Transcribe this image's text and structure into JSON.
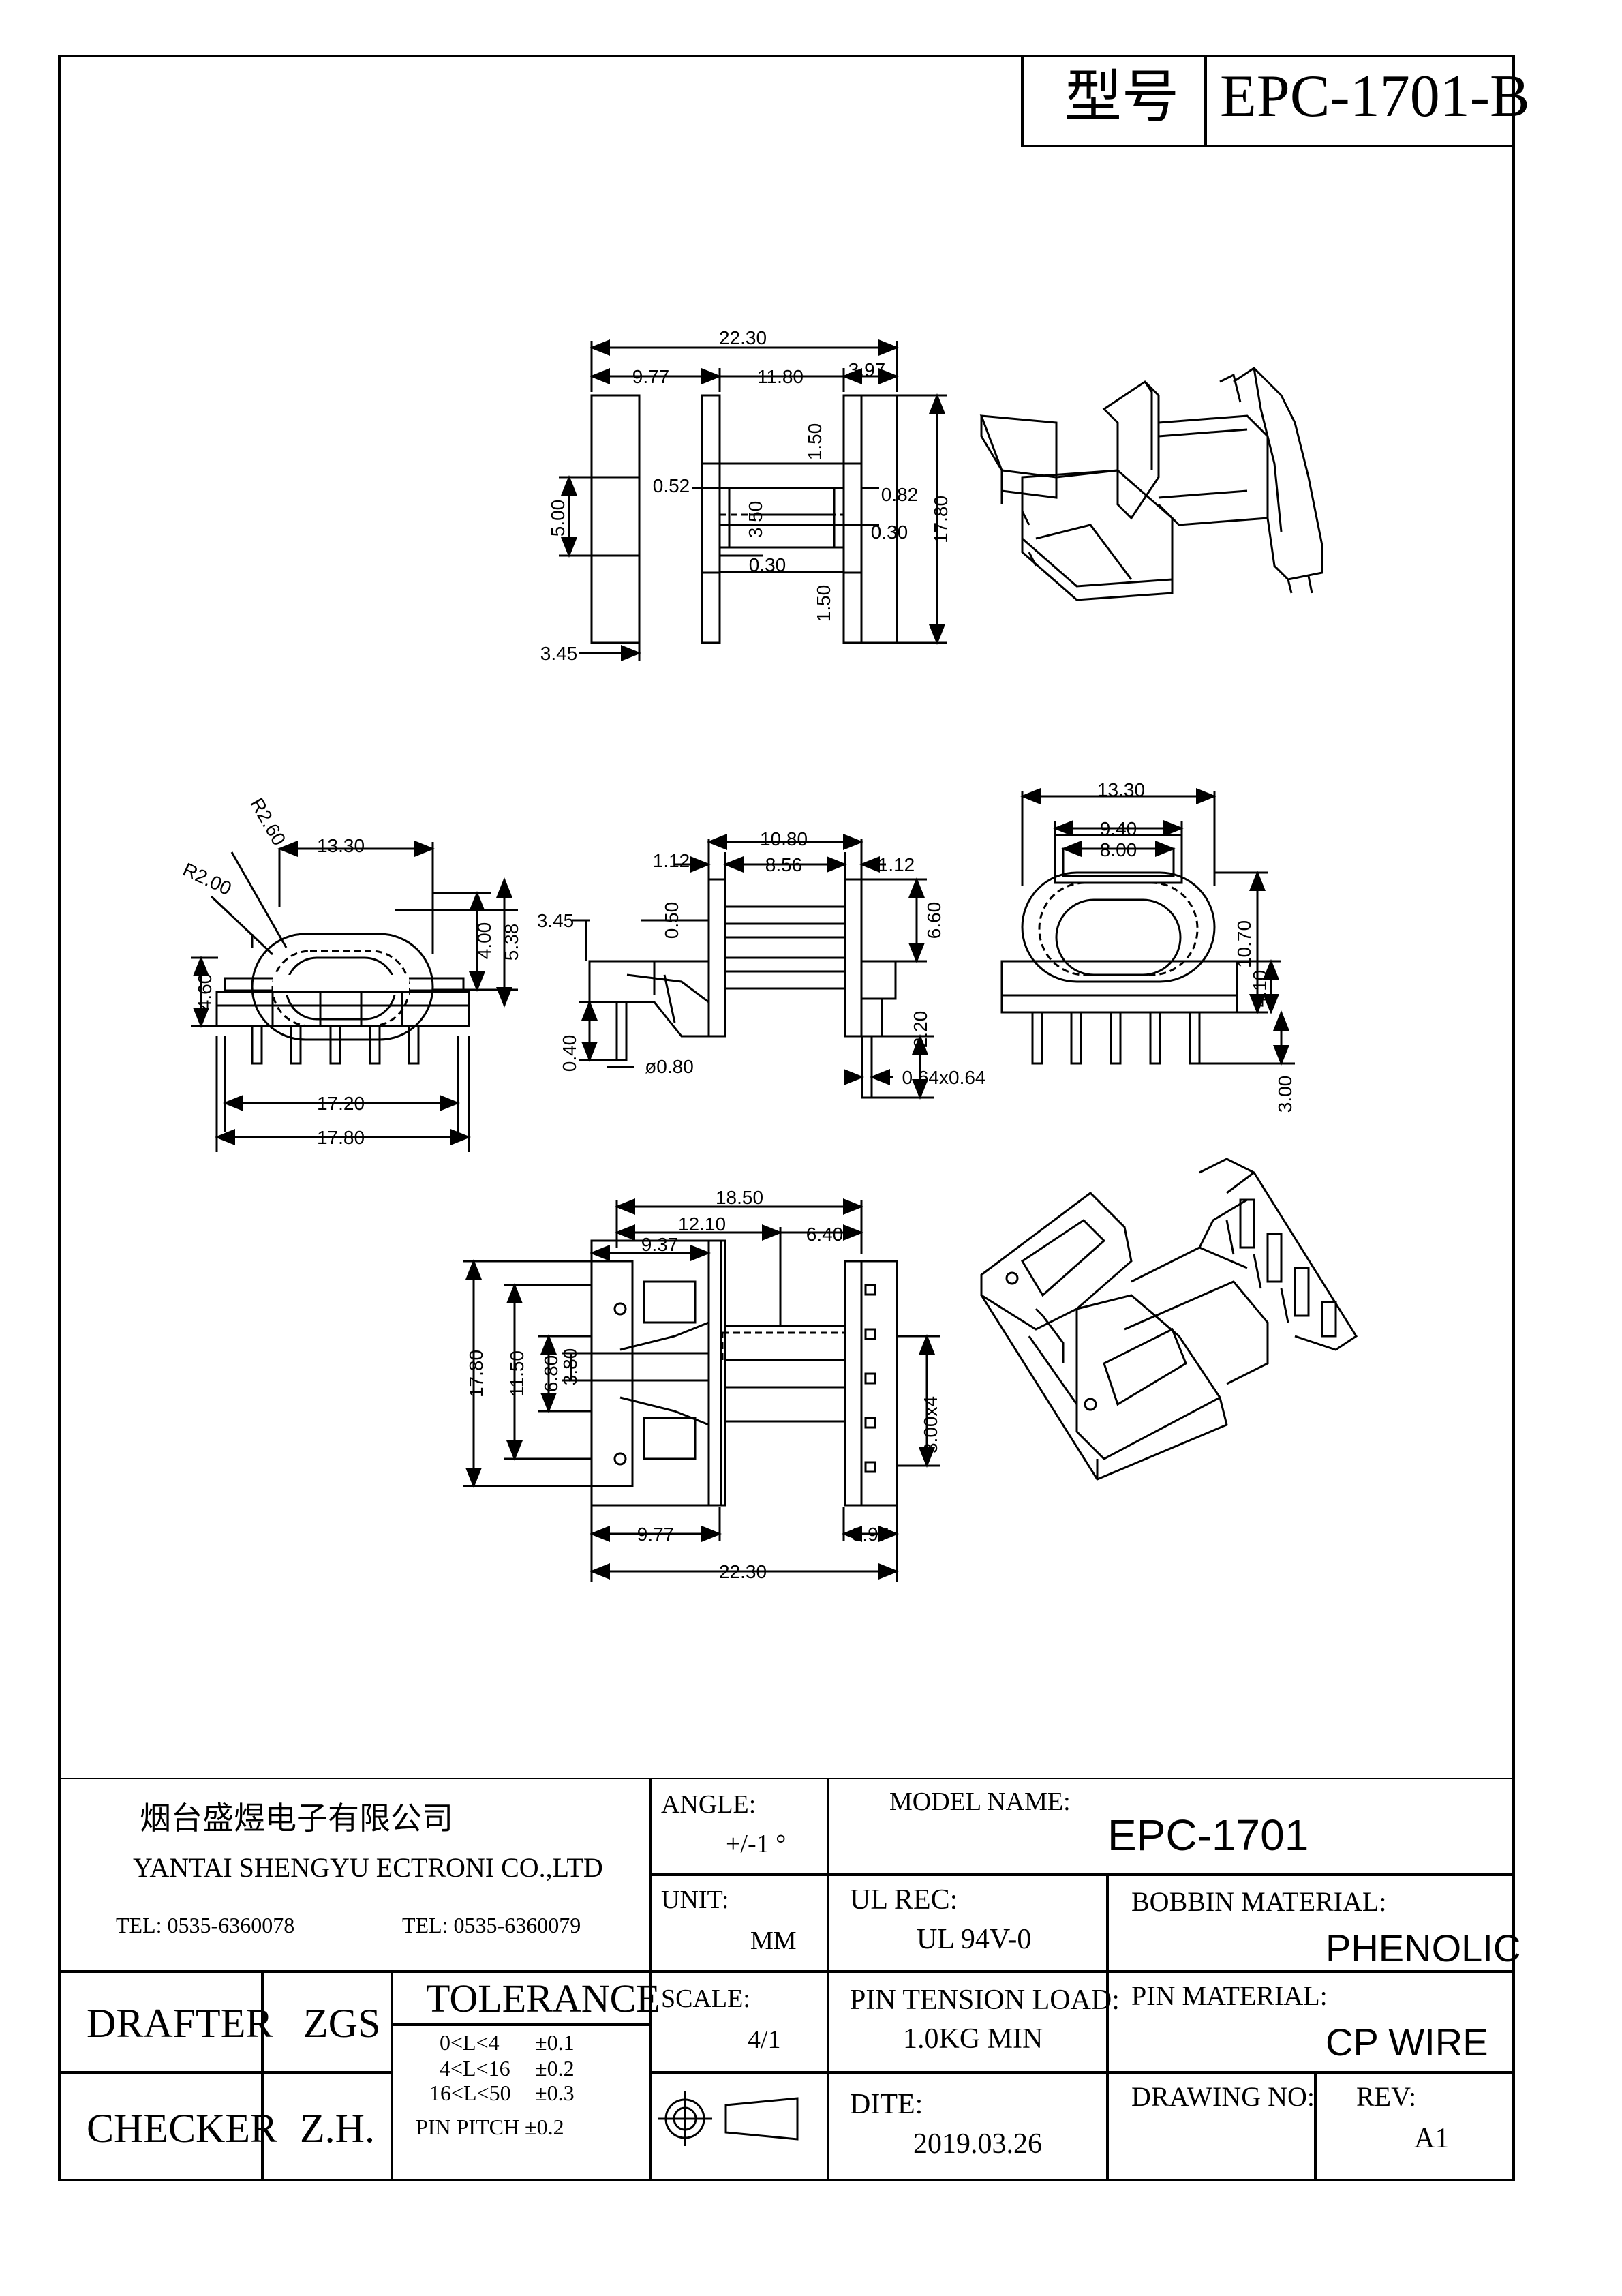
{
  "title_box": {
    "label": "型号",
    "model": "EPC-1701-B"
  },
  "dims": {
    "top_overall": "22.30",
    "top_left": "9.77",
    "top_mid": "11.80",
    "top_right": "3.97",
    "top_150a": "1.50",
    "top_052": "0.52",
    "top_082": "0.82",
    "top_350": "3.50",
    "top_030a": "0.30",
    "top_030b": "0.30",
    "top_150b": "1.50",
    "top_500": "5.00",
    "top_1780": "17.80",
    "top_345": "3.45",
    "fl_r260": "R2.60",
    "fl_r200": "R2.00",
    "fl_1330": "13.30",
    "fl_400": "4.00",
    "fl_538": "5.38",
    "fl_460": "4.60",
    "fl_1720": "17.20",
    "fl_1780": "17.80",
    "sd_1080": "10.80",
    "sd_112a": "1.12",
    "sd_856": "8.56",
    "sd_112b": "1.12",
    "sd_345": "3.45",
    "sd_050": "0.50",
    "sd_660": "6.60",
    "sd_220": "2.20",
    "sd_040": "0.40",
    "sd_phi080": "ø0.80",
    "sd_064": "0.64x0.64",
    "fr_1330": "13.30",
    "fr_940": "9.40",
    "fr_800": "8.00",
    "fr_1070": "10.70",
    "fr_410": "4.10",
    "fr_300": "3.00",
    "bt_1850": "18.50",
    "bt_1210": "12.10",
    "bt_937": "9.37",
    "bt_640": "6.40",
    "bt_1780": "17.80",
    "bt_1150": "11.50",
    "bt_680": "6.80",
    "bt_380": "3.80",
    "bt_300x4": "3.00x4",
    "bt_977": "9.77",
    "bt_397": "3.97",
    "bt_2230": "22.30"
  },
  "company": {
    "name_cn": "烟台盛煜电子有限公司",
    "name_en": "YANTAI SHENGYU ECTRONI CO.,LTD",
    "tel1": "TEL: 0535-6360078",
    "tel2": "TEL: 0535-6360079"
  },
  "block": {
    "angle_label": "ANGLE:",
    "angle_value": "+/-1 °",
    "model_name_label": "MODEL NAME:",
    "model_name_value": "EPC-1701",
    "unit_label": "UNIT:",
    "unit_value": "MM",
    "ul_label": "UL REC:",
    "ul_value": "UL 94V-0",
    "bobbin_label": "BOBBIN MATERIAL:",
    "bobbin_value": "PHENOLIC",
    "drafter_label": "DRAFTER",
    "drafter_value": "ZGS",
    "checker_label": "CHECKER",
    "checker_value": "Z.H.",
    "tolerance_label": "TOLERANCE",
    "tol_rows": [
      {
        "range": "0<L<4",
        "tol": "±0.1"
      },
      {
        "range": "4<L<16",
        "tol": "±0.2"
      },
      {
        "range": "16<L<50",
        "tol": "±0.3"
      }
    ],
    "pin_pitch": "PIN PITCH  ±0.2",
    "scale_label": "SCALE:",
    "scale_value": "4/1",
    "pin_tension_label": "PIN TENSION LOAD:",
    "pin_tension_value": "1.0KG MIN",
    "pin_material_label": "PIN MATERIAL:",
    "pin_material_value": "CP WIRE",
    "date_label": "DITE:",
    "date_value": "2019.03.26",
    "drawing_no_label": "DRAWING NO:",
    "rev_label": "REV:",
    "rev_value": "A1"
  }
}
